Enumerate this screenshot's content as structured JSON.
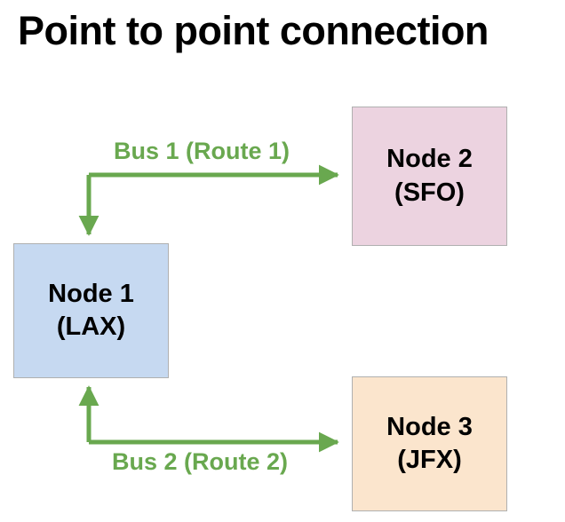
{
  "title": "Point to point connection",
  "colors": {
    "node1_fill": "#c6d9f1",
    "node2_fill": "#ecd3e0",
    "node3_fill": "#fbe5cd",
    "node_border": "#b0b0b0",
    "arrow_green": "#69a84f",
    "title_color": "#000000",
    "background": "#ffffff"
  },
  "nodes": [
    {
      "id": "node-1",
      "line1": "Node 1",
      "line2": "(LAX)",
      "fill": "#c6d9f1"
    },
    {
      "id": "node-2",
      "line1": "Node 2",
      "line2": "(SFO)",
      "fill": "#ecd3e0"
    },
    {
      "id": "node-3",
      "line1": "Node 3",
      "line2": "(JFX)",
      "fill": "#fbe5cd"
    }
  ],
  "edges": [
    {
      "id": "edge-bus-1",
      "label": "Bus 1 (Route 1)",
      "from": "Node 1 (LAX)",
      "to": "Node 2 (SFO)",
      "direction": "right",
      "color": "#69a84f"
    },
    {
      "id": "edge-bus-2",
      "label": "Bus 2 (Route 2)",
      "from": "Node 3 (JFX)",
      "to": "Node 1 (LAX)",
      "direction": "right",
      "color": "#69a84f"
    }
  ]
}
